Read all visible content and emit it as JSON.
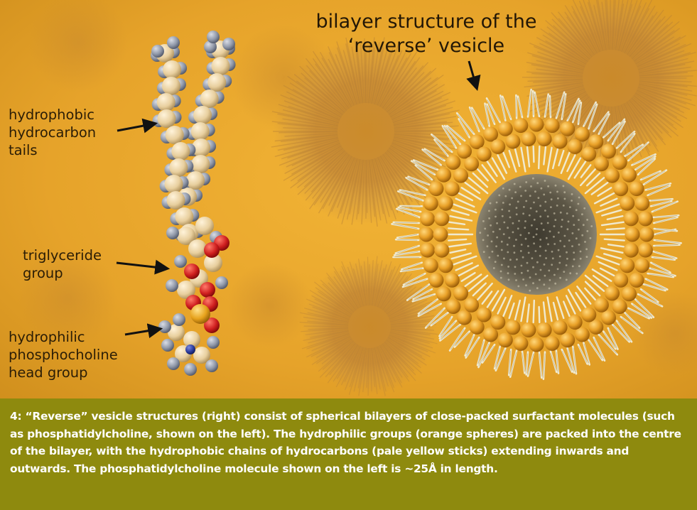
{
  "figure": {
    "title": "bilayer structure of the\n‘reverse’ vesicle",
    "labels": {
      "tails": "hydrophobic\nhydrocarbon\ntails",
      "triglyceride": "triglyceride\ngroup",
      "head": "hydrophilic\nphosphocholine\nhead group"
    },
    "caption": "4: “Reverse” vesicle structures (right) consist of spherical bilayers of close-packed surfactant molecules (such as phosphatidylcholine, shown on the left). The hydrophilic groups (orange spheres) are packed into the centre of the bilayer, with the hydrophobic chains of hydrocarbons (pale yellow sticks) extending inwards and outwards. The phosphatidylcholine molecule shown on the left is ~25Å in length."
  },
  "colors": {
    "background": "#e6a32a",
    "caption_panel": "#8e8a0e",
    "caption_text": "#ffffff",
    "hydrophilic_spheres": "#e9a128",
    "hydrocarbon_sticks": "#f0ead0",
    "hydrogen_atoms": "#8e96a6",
    "carbon_atoms": "#e8cf9e",
    "oxygen_atoms": "#cf1f1f",
    "phosphorus_atoms": "#e7a21c",
    "nitrogen_atoms": "#2c3c9c"
  }
}
